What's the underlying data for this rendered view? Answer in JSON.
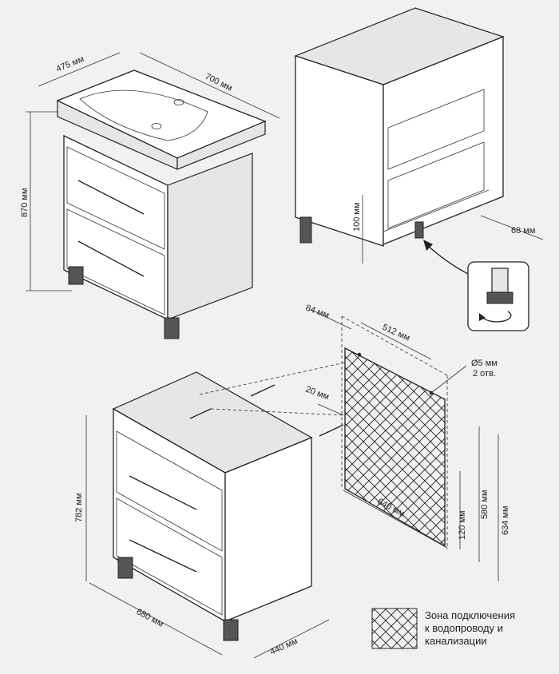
{
  "dimensions": {
    "depth_top": "475 мм",
    "width_top": "700 мм",
    "height_total": "870 мм",
    "leg_height": "100 мм",
    "side_offset": "68 мм",
    "hole_from_edge": "84 мм",
    "hole_spacing": "512 мм",
    "hole_diameter": "Ø5 мм",
    "hole_count": "2 отв.",
    "zone_offset": "20 мм",
    "cabinet_height": "782 мм",
    "cabinet_width": "680 мм",
    "cabinet_depth": "440 мм",
    "zone_width": "640 мм",
    "zone_bottom": "120 мм",
    "zone_height": "580 мм",
    "hole_height": "634 мм"
  },
  "legend": {
    "line1": "Зона подключения",
    "line2": "к водопроводу и",
    "line3": "канализации"
  }
}
